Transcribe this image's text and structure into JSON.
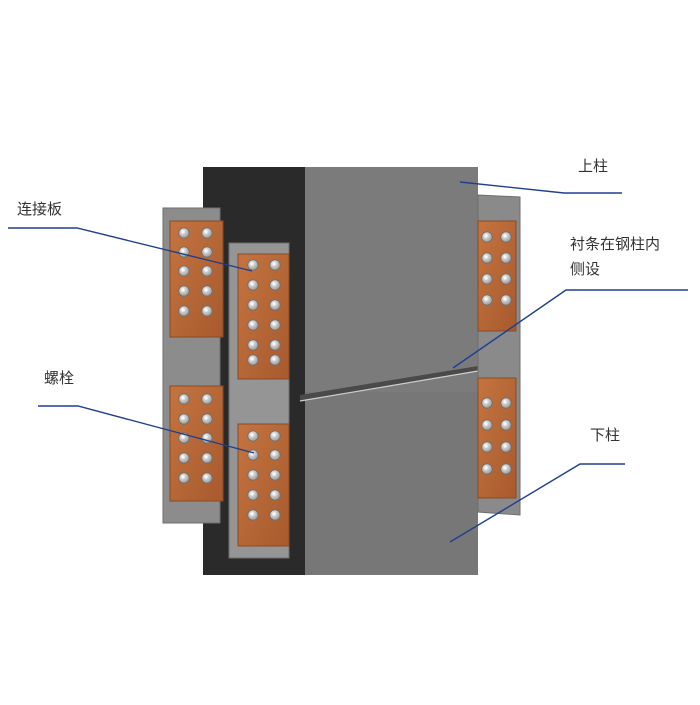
{
  "labels": {
    "plate": "连接板",
    "bolt": "螺栓",
    "upper_column": "上柱",
    "lining": "衬条在钢柱内",
    "lining_2": "侧设",
    "lower_column": "下柱"
  },
  "colors": {
    "leader": "#1f3f8f",
    "plate": "#b8673a",
    "column_front": "#7a7a7a",
    "column_side": "#262626",
    "splice_plate": "#8e8e8e",
    "bolt": "#d2d2d2"
  }
}
